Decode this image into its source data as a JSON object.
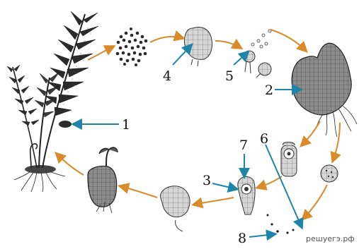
{
  "diagram": {
    "labels": {
      "one": "1",
      "two": "2",
      "three": "3",
      "four": "4",
      "five": "5",
      "six": "6",
      "seven": "7",
      "eight": "8"
    },
    "watermark": "решуегэ.рф",
    "colors": {
      "cycle_arrow": "#d98a2b",
      "pointer_arrow": "#1d86a8",
      "ink": "#1a1a1a",
      "leaf_fill": "#2b2b2b",
      "prothallus_fill": "#9a9a9a",
      "cell_fill": "#cfcfcf"
    }
  }
}
